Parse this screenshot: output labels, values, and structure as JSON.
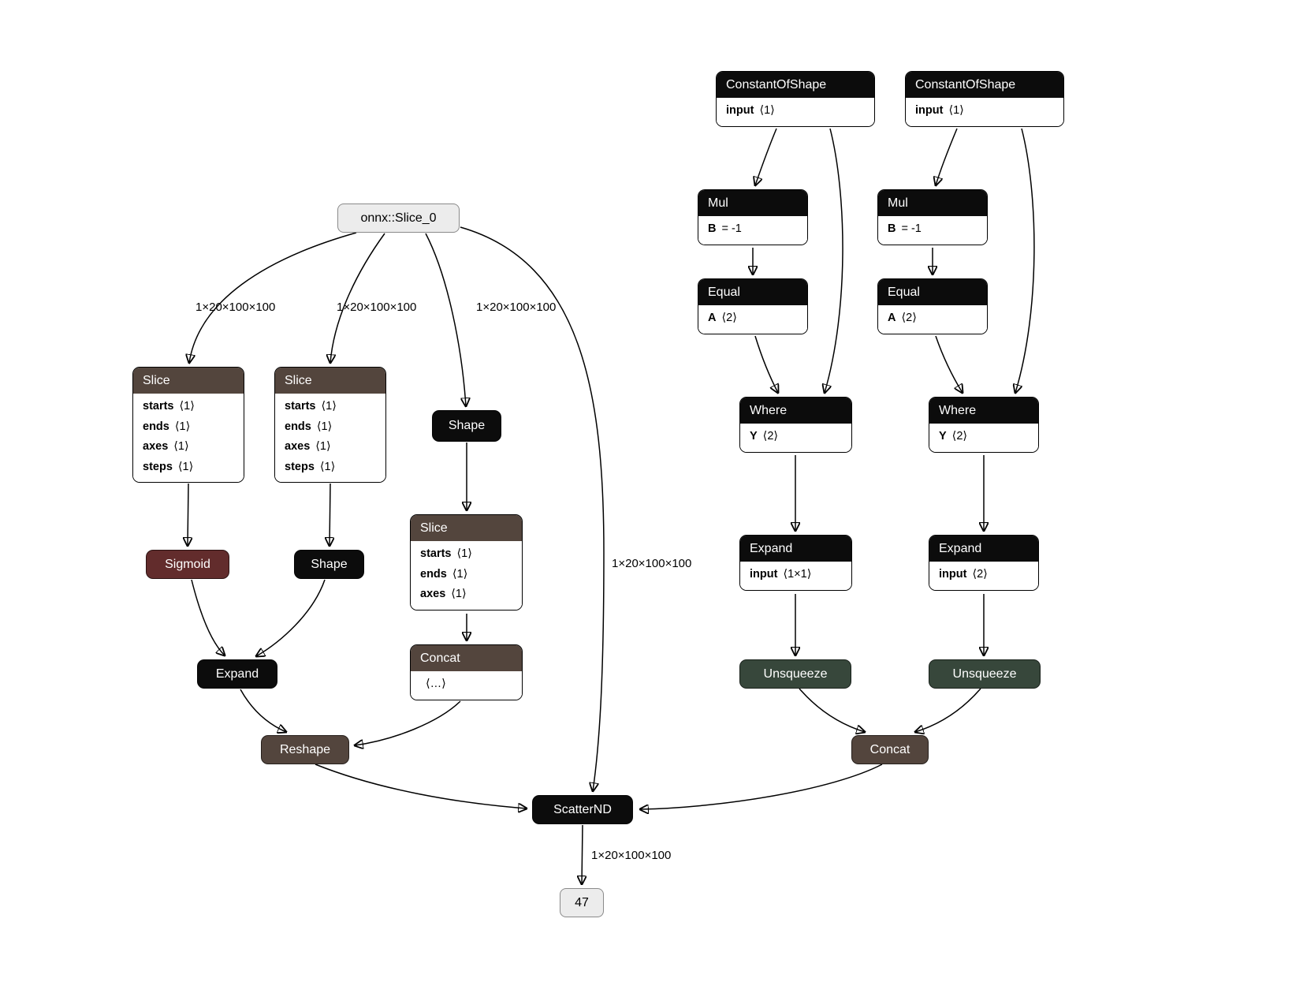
{
  "diagram": {
    "type": "onnx-graph",
    "palette": {
      "op_black": "#0c0c0c",
      "layer_brown": "#53453d",
      "activation_maroon": "#622c2c",
      "transform_green": "#37473b",
      "io_fill": "#ececec",
      "io_border": "#8a8a8a",
      "edge_color": "#000000"
    },
    "edge_labels": [
      "1×20×100×100",
      "1×20×100×100",
      "1×20×100×100",
      "1×20×100×100",
      "1×20×100×100"
    ],
    "nodes": {
      "input": {
        "label": "onnx::Slice_0"
      },
      "output": {
        "label": "47"
      },
      "cos1": {
        "title": "ConstantOfShape",
        "attrs": [
          {
            "name": "input",
            "value": "⟨1⟩"
          }
        ]
      },
      "cos2": {
        "title": "ConstantOfShape",
        "attrs": [
          {
            "name": "input",
            "value": "⟨1⟩"
          }
        ]
      },
      "mul1": {
        "title": "Mul",
        "attrs": [
          {
            "name": "B",
            "value": "= -1"
          }
        ]
      },
      "mul2": {
        "title": "Mul",
        "attrs": [
          {
            "name": "B",
            "value": "= -1"
          }
        ]
      },
      "equal1": {
        "title": "Equal",
        "attrs": [
          {
            "name": "A",
            "value": "⟨2⟩"
          }
        ]
      },
      "equal2": {
        "title": "Equal",
        "attrs": [
          {
            "name": "A",
            "value": "⟨2⟩"
          }
        ]
      },
      "where1": {
        "title": "Where",
        "attrs": [
          {
            "name": "Y",
            "value": "⟨2⟩"
          }
        ]
      },
      "where2": {
        "title": "Where",
        "attrs": [
          {
            "name": "Y",
            "value": "⟨2⟩"
          }
        ]
      },
      "expand_r1": {
        "title": "Expand",
        "attrs": [
          {
            "name": "input",
            "value": "⟨1×1⟩"
          }
        ]
      },
      "expand_r2": {
        "title": "Expand",
        "attrs": [
          {
            "name": "input",
            "value": "⟨2⟩"
          }
        ]
      },
      "unsqueeze1": {
        "label": "Unsqueeze"
      },
      "unsqueeze2": {
        "label": "Unsqueeze"
      },
      "concat_r": {
        "label": "Concat"
      },
      "slice_l1": {
        "title": "Slice",
        "attrs": [
          {
            "name": "starts",
            "value": "⟨1⟩"
          },
          {
            "name": "ends",
            "value": "⟨1⟩"
          },
          {
            "name": "axes",
            "value": "⟨1⟩"
          },
          {
            "name": "steps",
            "value": "⟨1⟩"
          }
        ]
      },
      "slice_l2": {
        "title": "Slice",
        "attrs": [
          {
            "name": "starts",
            "value": "⟨1⟩"
          },
          {
            "name": "ends",
            "value": "⟨1⟩"
          },
          {
            "name": "axes",
            "value": "⟨1⟩"
          },
          {
            "name": "steps",
            "value": "⟨1⟩"
          }
        ]
      },
      "shape_m": {
        "label": "Shape"
      },
      "sigmoid": {
        "label": "Sigmoid"
      },
      "shape_l": {
        "label": "Shape"
      },
      "slice_m": {
        "title": "Slice",
        "attrs": [
          {
            "name": "starts",
            "value": "⟨1⟩"
          },
          {
            "name": "ends",
            "value": "⟨1⟩"
          },
          {
            "name": "axes",
            "value": "⟨1⟩"
          }
        ]
      },
      "concat_l": {
        "title": "Concat",
        "attrs": [
          {
            "name": "",
            "value": "⟨…⟩"
          }
        ]
      },
      "expand_l": {
        "label": "Expand"
      },
      "reshape": {
        "label": "Reshape"
      },
      "scatternd": {
        "label": "ScatterND"
      }
    }
  }
}
